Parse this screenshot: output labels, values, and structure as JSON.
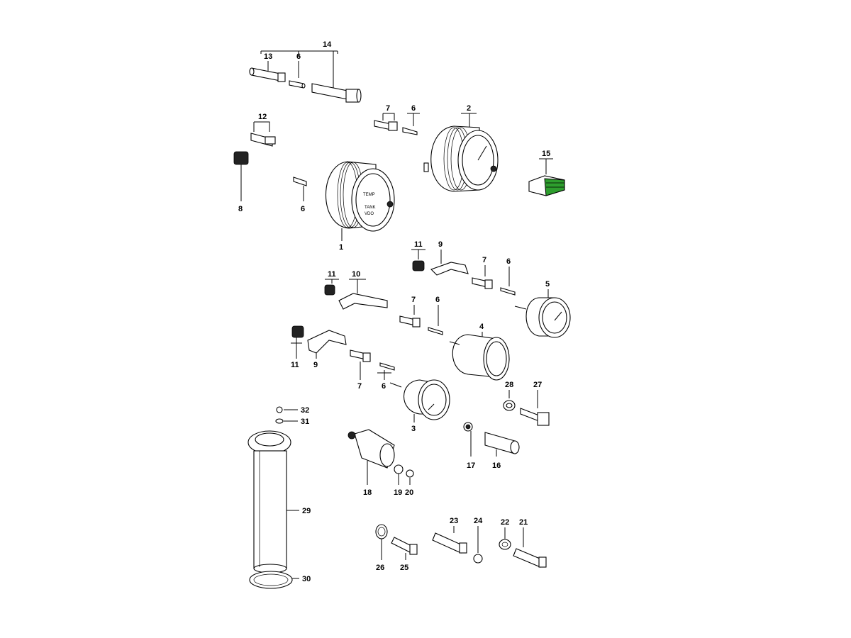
{
  "labels": {
    "p1": "1",
    "p2": "2",
    "p3": "3",
    "p4": "4",
    "p5": "5",
    "p6a": "6",
    "p6b": "6",
    "p6c": "6",
    "p6d": "6",
    "p6e": "6",
    "p6f": "6",
    "p7a": "7",
    "p7b": "7",
    "p7c": "7",
    "p7d": "7",
    "p8": "8",
    "p9a": "9",
    "p9b": "9",
    "p10": "10",
    "p11a": "11",
    "p11b": "11",
    "p11c": "11",
    "p12": "12",
    "p13": "13",
    "p14": "14",
    "p15": "15",
    "p16": "16",
    "p17": "17",
    "p18": "18",
    "p19": "19",
    "p20": "20",
    "p21": "21",
    "p22": "22",
    "p23": "23",
    "p24": "24",
    "p25": "25",
    "p26": "26",
    "p27": "27",
    "p28": "28",
    "p29": "29",
    "p30": "30",
    "p31": "31",
    "p32": "32"
  },
  "gauge_text": {
    "temp": "TEMP",
    "tank": "TANK",
    "vdo": "VDO"
  },
  "colors": {
    "highlight_part": "#2e9e2e",
    "line": "#000000"
  }
}
